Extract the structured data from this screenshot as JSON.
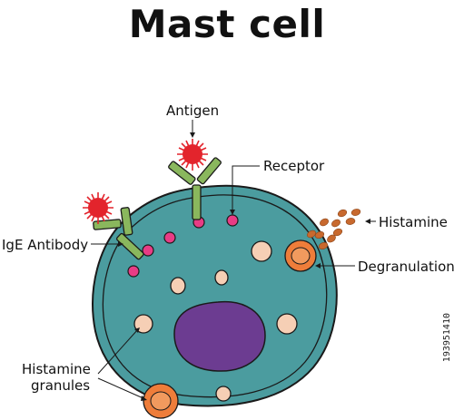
{
  "title": "Mast cell",
  "labels": {
    "antigen": "Antigen",
    "receptor": "Receptor",
    "histamine": "Histamine",
    "ige_antibody": "IgE Antibody",
    "degranulation": "Degranulation",
    "histamine_granules_line1": "Histamine",
    "histamine_granules_line2": "granules"
  },
  "stock_id": "193951410",
  "colors": {
    "cytoplasm": "#4b9c9f",
    "membrane": "#1a1a1a",
    "nucleus": "#6c3c91",
    "granule": "#f6cfb5",
    "receptor_dot": "#e83c85",
    "antibody": "#8ab75d",
    "antigen": "#e3242c",
    "degranulation": "#ee7d3a",
    "histamine_release": "#c8692e"
  }
}
